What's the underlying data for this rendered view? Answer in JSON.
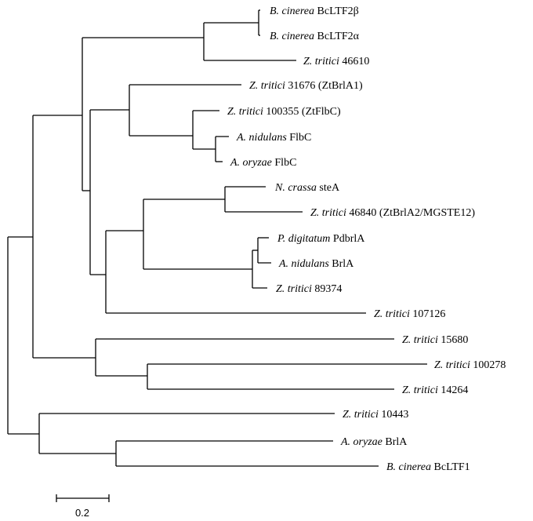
{
  "scale_bar": {
    "label": "0.2"
  },
  "leaves": [
    {
      "species": "B. cinerea",
      "gene": "BcLTF2β"
    },
    {
      "species": "B. cinerea",
      "gene": "BcLTF2α"
    },
    {
      "species": "Z. tritici",
      "gene": "46610"
    },
    {
      "species": "Z. tritici",
      "gene": "31676 (ZtBrlA1)"
    },
    {
      "species": "Z. tritici",
      "gene": "100355 (ZtFlbC)"
    },
    {
      "species": "A. nidulans",
      "gene": "FlbC"
    },
    {
      "species": "A. oryzae",
      "gene": "FlbC"
    },
    {
      "species": "N. crassa",
      "gene": "steA"
    },
    {
      "species": "Z. tritici",
      "gene": "46840 (ZtBrlA2/MGSTE12)"
    },
    {
      "species": "P. digitatum",
      "gene": "PdbrlA"
    },
    {
      "species": "A. nidulans",
      "gene": "BrlA"
    },
    {
      "species": "Z. tritici",
      "gene": "89374"
    },
    {
      "species": "Z. tritici",
      "gene": "107126"
    },
    {
      "species": "Z. tritici",
      "gene": "15680"
    },
    {
      "species": "Z. tritici",
      "gene": "100278"
    },
    {
      "species": "Z. tritici",
      "gene": "14264"
    },
    {
      "species": "Z. tritici",
      "gene": "10443"
    },
    {
      "species": "A. oryzae",
      "gene": "BrlA"
    },
    {
      "species": "B. cinerea",
      "gene": "BcLTF1"
    }
  ]
}
